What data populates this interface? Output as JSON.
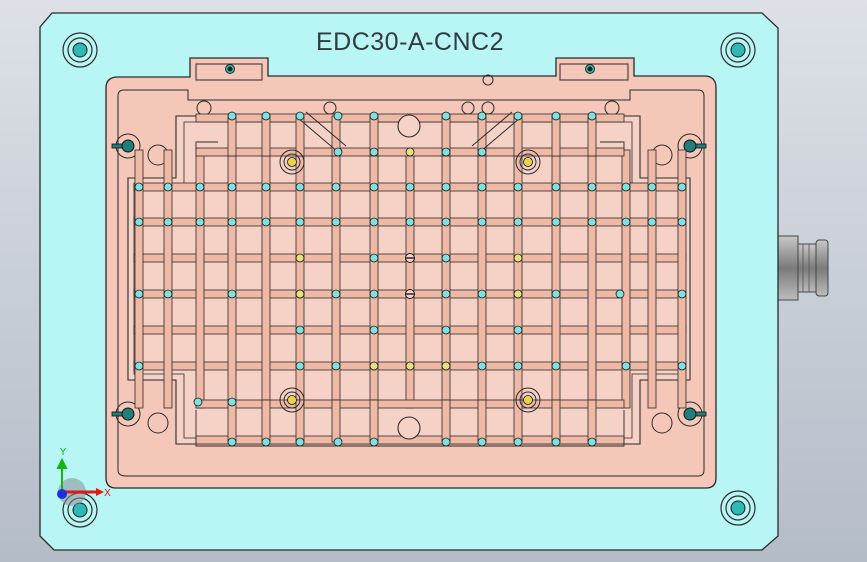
{
  "part": {
    "label": "EDC30-A-CNC2"
  },
  "triad": {
    "x_label": "X",
    "y_label": "Y"
  },
  "colors": {
    "background_top": "#d9dde4",
    "background_bottom": "#b8c0cc",
    "plate": "#b7f6f4",
    "insert": "#f4c7b8",
    "insert_inner": "#f6d2c6",
    "channel": "#f0b9a6",
    "outline": "#2a2a2a",
    "hole_cyan": "#7fe1df",
    "hole_yellow": "#e8e07a",
    "screw_teal": "#1f7f7a",
    "axis_x": "#e01818",
    "axis_y": "#14b614",
    "axis_z": "#1830e0",
    "connector": "#9a9a9a"
  }
}
